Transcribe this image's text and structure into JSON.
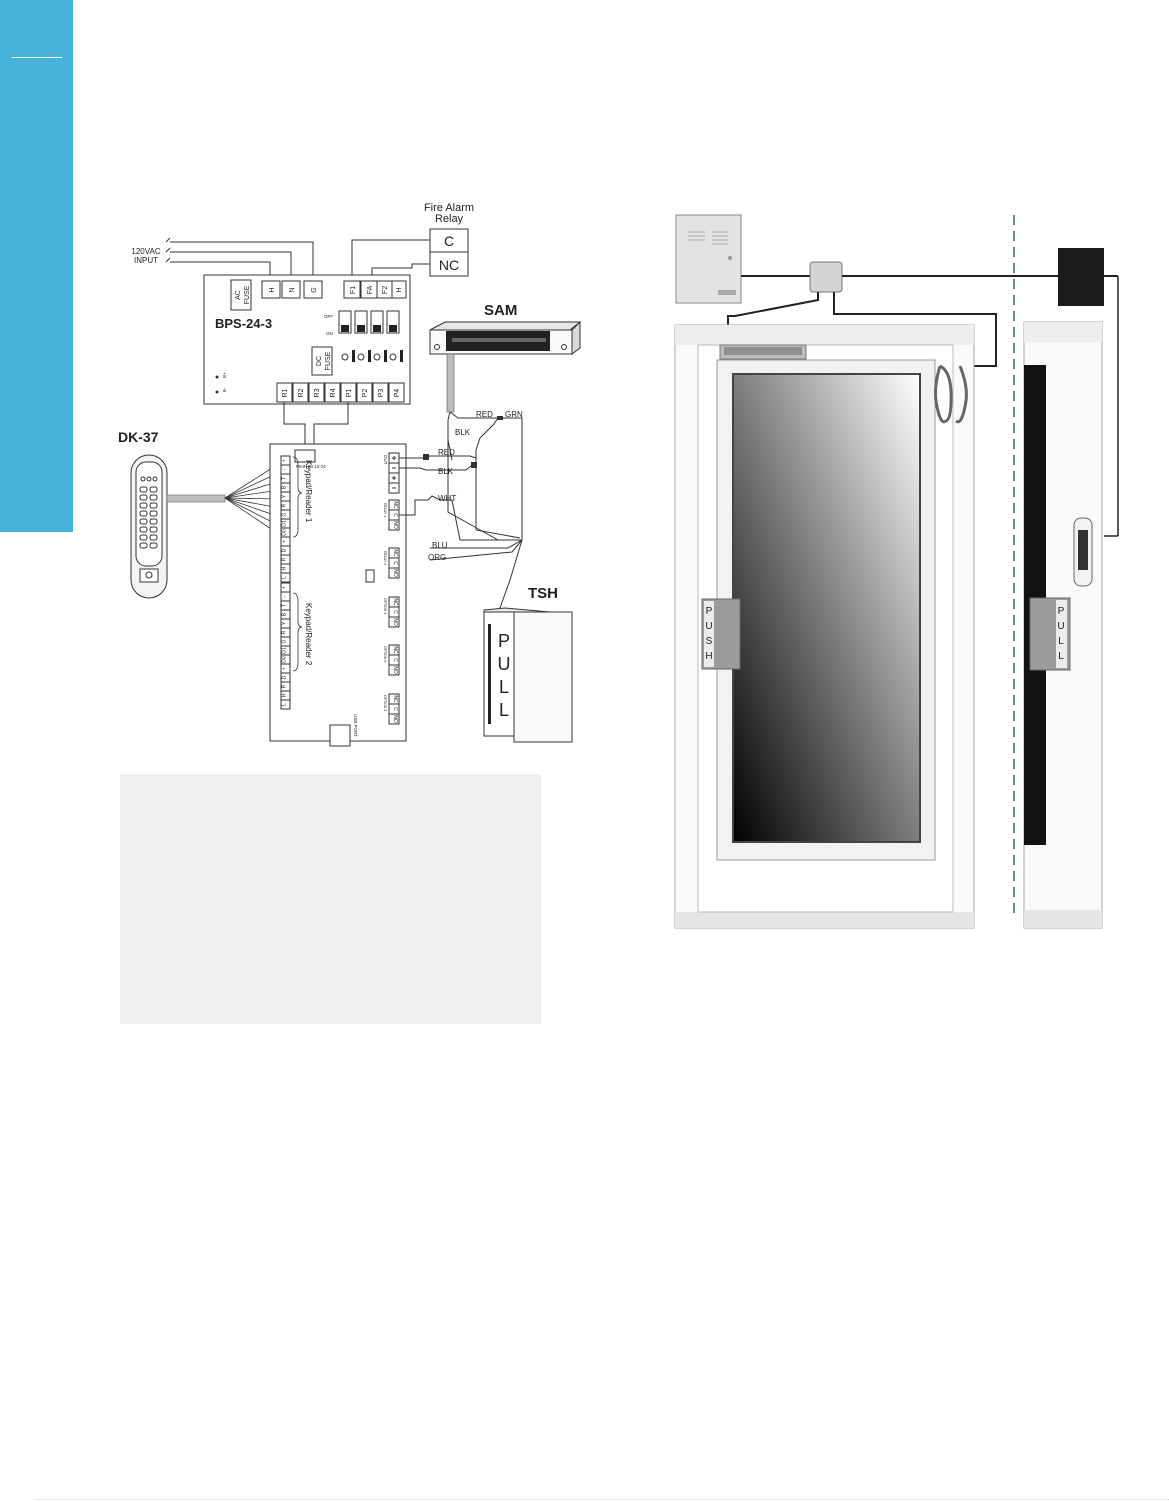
{
  "sidebar": {
    "color": "#45b3dc"
  },
  "wiring": {
    "fire_alarm_relay": {
      "title_line1": "Fire Alarm",
      "title_line2": "Relay",
      "c_label": "C",
      "nc_label": "NC"
    },
    "input": {
      "line1": "120VAC",
      "line2": "INPUT"
    },
    "power_supply": {
      "name": "BPS-24-3",
      "top_terminals": [
        "H",
        "N",
        "G",
        "F1",
        "FA",
        "F2",
        "H"
      ],
      "ac_fuse": [
        "AC",
        "FUSE"
      ],
      "dc_fuse": [
        "DC",
        "FUSE"
      ],
      "off_label": "OFF",
      "on_label": "ON",
      "battery_labels": [
        "B-",
        "B+"
      ],
      "bottom_terminals": [
        "R1",
        "R2",
        "R3",
        "R4",
        "P1",
        "P2",
        "P3",
        "P4"
      ]
    },
    "lock": {
      "name": "SAM"
    },
    "keypad": {
      "name": "DK-37"
    },
    "pull_handle": {
      "name": "TSH",
      "letters": [
        "P",
        "U",
        "L",
        "L"
      ]
    },
    "controller": {
      "reader1_label": "Keypad/Reader 1",
      "reader2_label": "Keypad/Reader 2",
      "reader_terminals": [
        "+",
        "-",
        "T",
        "B",
        "Y",
        "R",
        "G",
        "D1",
        "D0",
        "+",
        "D",
        "R",
        "H",
        "L"
      ],
      "power_in_label": "MAIN IN 12-24",
      "power_out_label": "OUT",
      "relay_terminals": [
        "NC",
        "C",
        "NO"
      ],
      "relay_captions": [
        "RELAY 1",
        "RELAY 2",
        "OPTION 1",
        "OPTION 2",
        "OPTION 3"
      ],
      "usb_label": "USB PORT"
    },
    "wires": [
      "RED",
      "GRN",
      "BLK",
      "RED",
      "BLK",
      "WHT",
      "BLU",
      "ORG"
    ]
  },
  "door_illustration": {
    "push_letters": [
      "P",
      "U",
      "S",
      "H"
    ],
    "pull_letters": [
      "P",
      "U",
      "L",
      "L"
    ]
  }
}
